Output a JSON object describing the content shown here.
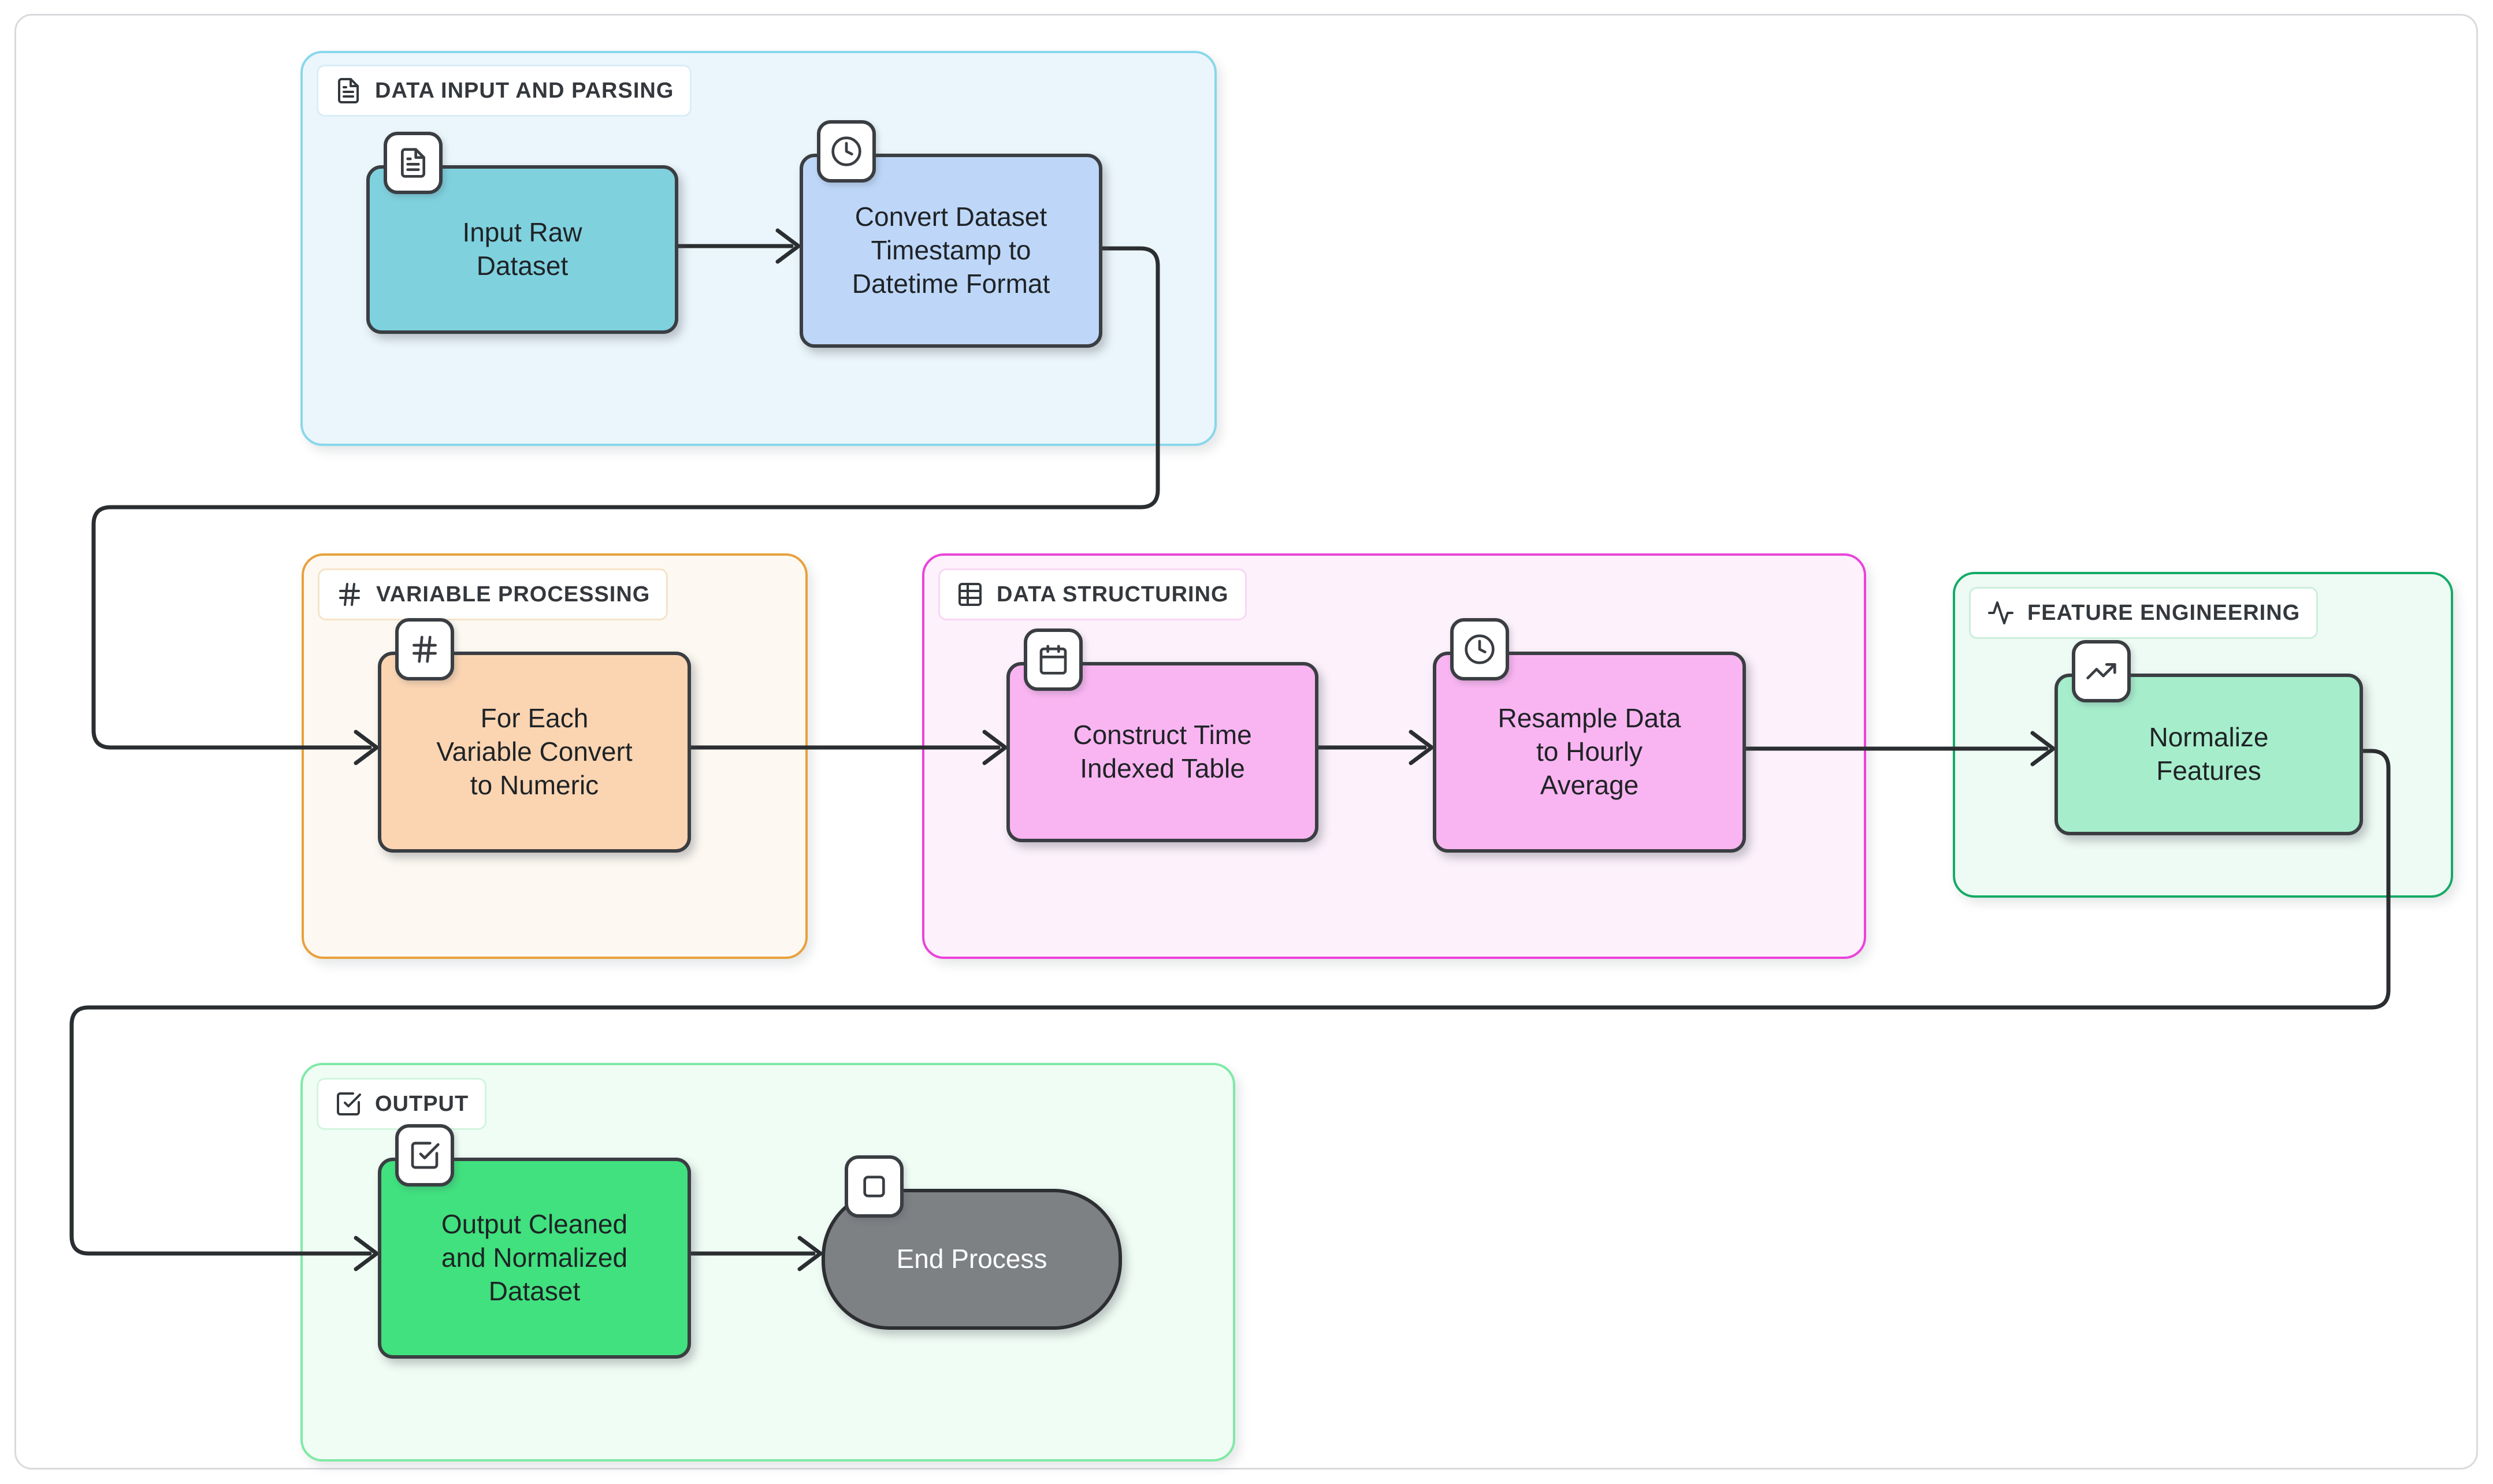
{
  "page": {
    "background": "#ffffff",
    "frame_border_color": "#dadade",
    "connector_color": "#2b2e31"
  },
  "groups": [
    {
      "label": "DATA INPUT AND PARSING",
      "icon": "file-text-icon",
      "border_color": "#89d7eb",
      "fill": "#ebf6fc",
      "label_border": "#d9edf7"
    },
    {
      "label": "VARIABLE PROCESSING",
      "icon": "hash-icon",
      "border_color": "#e8a13c",
      "fill": "#fdf9f2",
      "label_border": "#f6e3c8"
    },
    {
      "label": "DATA STRUCTURING",
      "icon": "table-icon",
      "border_color": "#eb43da",
      "fill": "#fdf2fc",
      "label_border": "#f8d7f4"
    },
    {
      "label": "FEATURE ENGINEERING",
      "icon": "activity-icon",
      "border_color": "#14ab66",
      "fill": "#eefaf4",
      "label_border": "#cdeedd"
    },
    {
      "label": "OUTPUT",
      "icon": "check-square-icon",
      "border_color": "#7fe9a6",
      "fill": "#f0fdf5",
      "label_border": "#d2f5de"
    }
  ],
  "nodes": [
    {
      "label": "Input Raw\nDataset",
      "icon": "file-text-icon",
      "fill": "#7fd1de",
      "text_color": "#1f2326"
    },
    {
      "label": "Convert Dataset\nTimestamp to\nDatetime Format",
      "icon": "clock-icon",
      "fill": "#bed7f8",
      "text_color": "#1f2326"
    },
    {
      "label": "For Each\nVariable Convert\nto Numeric",
      "icon": "hash-icon",
      "fill": "#fbd5b2",
      "text_color": "#1f2326"
    },
    {
      "label": "Construct Time\nIndexed Table",
      "icon": "calendar-icon",
      "fill": "#f9b5f1",
      "text_color": "#1f2326"
    },
    {
      "label": "Resample Data\nto Hourly\nAverage",
      "icon": "clock-icon",
      "fill": "#f9b5f1",
      "text_color": "#1f2326"
    },
    {
      "label": "Normalize\nFeatures",
      "icon": "trending-up-icon",
      "fill": "#a6edcb",
      "text_color": "#1f2326"
    },
    {
      "label": "Output Cleaned\nand Normalized\nDataset",
      "icon": "check-square-icon",
      "fill": "#40e17e",
      "text_color": "#1f2326"
    },
    {
      "label": "End Process",
      "icon": "stop-square-icon",
      "fill": "#7e8184",
      "text_color": "#ffffff"
    }
  ],
  "edges": [
    {
      "from": "Input Raw Dataset",
      "to": "Convert Dataset Timestamp to Datetime Format"
    },
    {
      "from": "Convert Dataset Timestamp to Datetime Format",
      "to": "For Each Variable Convert to Numeric"
    },
    {
      "from": "For Each Variable Convert to Numeric",
      "to": "Construct Time Indexed Table"
    },
    {
      "from": "Construct Time Indexed Table",
      "to": "Resample Data to Hourly Average"
    },
    {
      "from": "Resample Data to Hourly Average",
      "to": "Normalize Features"
    },
    {
      "from": "Normalize Features",
      "to": "Output Cleaned and Normalized Dataset"
    },
    {
      "from": "Output Cleaned and Normalized Dataset",
      "to": "End Process"
    }
  ]
}
